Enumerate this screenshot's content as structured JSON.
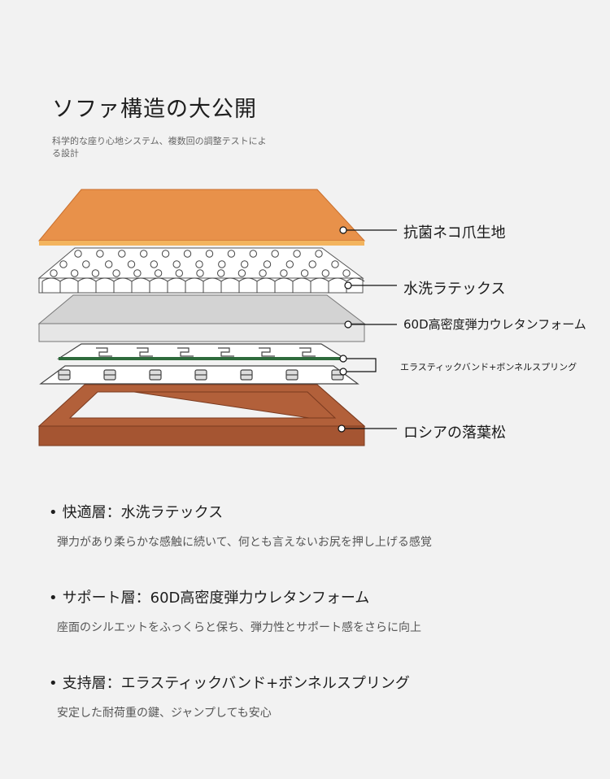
{
  "header": {
    "title": "ソファ構造の大公開",
    "subtitle": "科学的な座り心地システム、複数回の調整テストによる設計"
  },
  "layers": [
    {
      "label": "抗菌ネコ爪生地",
      "color": "#e8914a"
    },
    {
      "label": "水洗ラテックス",
      "color": "#ffffff"
    },
    {
      "label": "60D高密度弾力ウレタンフォーム",
      "color": "#d3d3d3"
    },
    {
      "label": "エラスティックバンド+ボンネルスプリング",
      "color": "#2e6b3c"
    },
    {
      "label": "ロシアの落葉松",
      "color": "#b2603a"
    }
  ],
  "features": [
    {
      "title": "快適層：水洗ラテックス",
      "description": "弾力があり柔らかな感触に続いて、何とも言えないお尻を押し上げる感覚"
    },
    {
      "title": "サポート層：60D高密度弾力ウレタンフォーム",
      "description": "座面のシルエットをふっくらと保ち、弾力性とサポート感をさらに向上"
    },
    {
      "title": "支持層：エラスティックバンド+ボンネルスプリング",
      "description": "安定した耐荷重の鍵、ジャンプしても安心"
    }
  ],
  "bullet": "•"
}
